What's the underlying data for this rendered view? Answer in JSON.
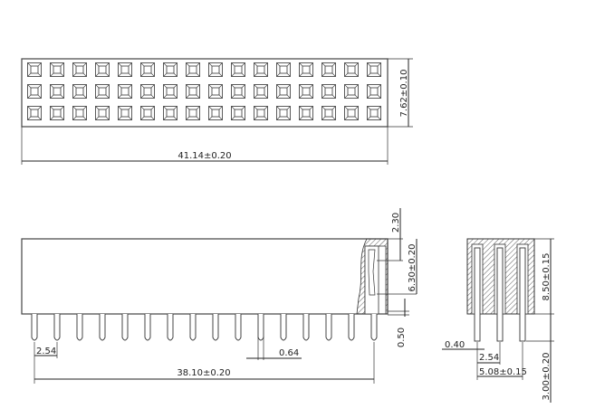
{
  "drawing": {
    "views": [
      "top-view",
      "side-view",
      "end-view"
    ],
    "grid": {
      "columns": 16,
      "rows": 3
    },
    "dimensions": {
      "top_height": "7.62±0.10",
      "top_length": "41.14±0.20",
      "contact_depth": "2.30",
      "body_height_side": "6.30±0.20",
      "standoff": "0.50",
      "pitch_side": "2.54",
      "pin_width_side": "0.64",
      "pin_span": "38.10±0.20",
      "end_height": "8.50±0.15",
      "pin_length": "3.00±0.20",
      "pin_width_end": "0.40",
      "pitch_end": "2.54",
      "row_span": "5.08±0.15"
    }
  }
}
